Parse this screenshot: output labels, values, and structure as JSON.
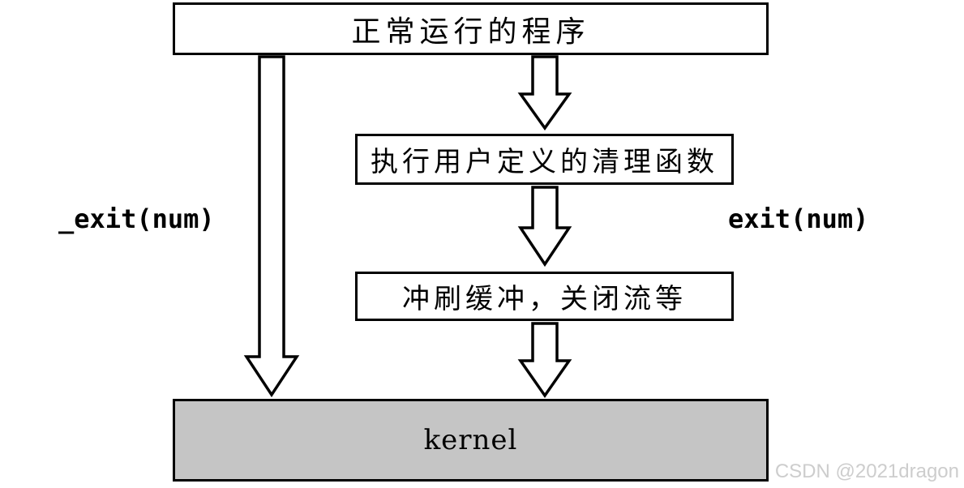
{
  "nodes": {
    "running_program": "正常运行的程序",
    "cleanup": "执行用户定义的清理函数",
    "flush": "冲刷缓冲，关闭流等",
    "kernel": "kernel"
  },
  "edge_labels": {
    "direct": "_exit(num)",
    "library": "exit(num)"
  },
  "edges": [
    {
      "from": "running_program",
      "to": "kernel",
      "via": "direct",
      "label": "_exit(num)"
    },
    {
      "from": "running_program",
      "to": "cleanup",
      "via": "library",
      "label": "exit(num)"
    },
    {
      "from": "cleanup",
      "to": "flush",
      "via": "library"
    },
    {
      "from": "flush",
      "to": "kernel",
      "via": "library"
    }
  ],
  "watermark": "CSDN @2021dragon",
  "colors": {
    "box_border": "#000000",
    "box_fill": "#ffffff",
    "kernel_fill": "#c5c5c5",
    "arrow_outline": "#000000",
    "arrow_fill": "#ffffff",
    "text": "#000000",
    "watermark_text": "#cdcdcd",
    "background": "#ffffff"
  }
}
